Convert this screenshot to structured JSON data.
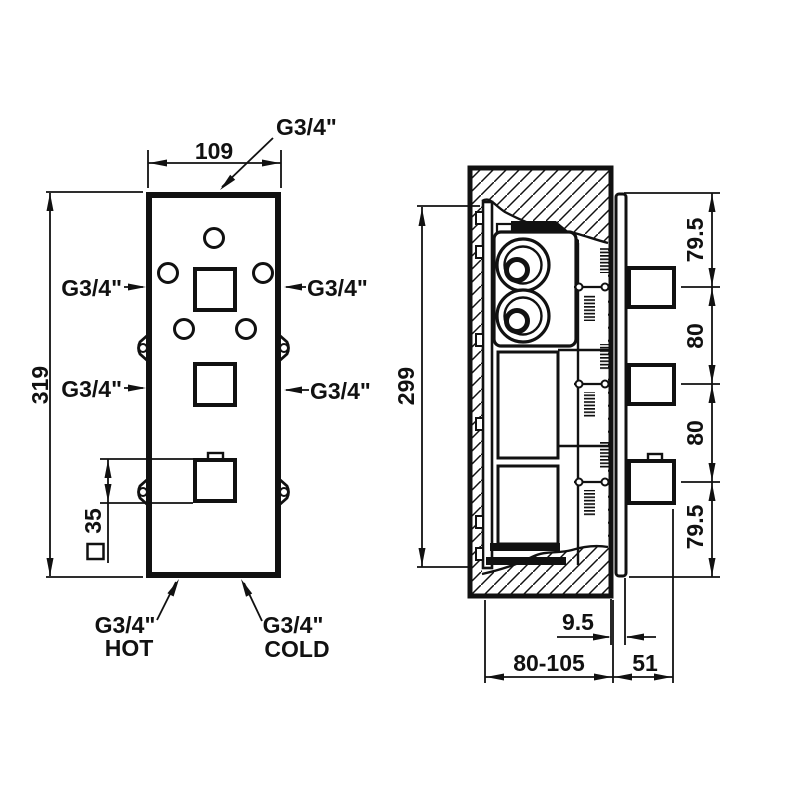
{
  "drawing": {
    "front": {
      "width_dim": "109",
      "height_dim": "319",
      "handle_dim": "35",
      "port_top": "G3/4\"",
      "port_left_upper": "G3/4\"",
      "port_left_lower": "G3/4\"",
      "port_right_upper": "G3/4\"",
      "port_right_lower": "G3/4\"",
      "port_hot": "G3/4\"",
      "port_hot_word": "HOT",
      "port_cold": "G3/4\"",
      "port_cold_word": "COLD"
    },
    "side": {
      "height_dim": "299",
      "seg_top": "79.5",
      "seg_upper_mid": "80",
      "seg_lower_mid": "80",
      "seg_bottom": "79.5",
      "plate_gap_dim": "9.5",
      "recess_depth_dim": "80-105",
      "protrusion_dim": "51"
    },
    "colors": {
      "ink": "#111111",
      "paper": "#ffffff"
    }
  }
}
